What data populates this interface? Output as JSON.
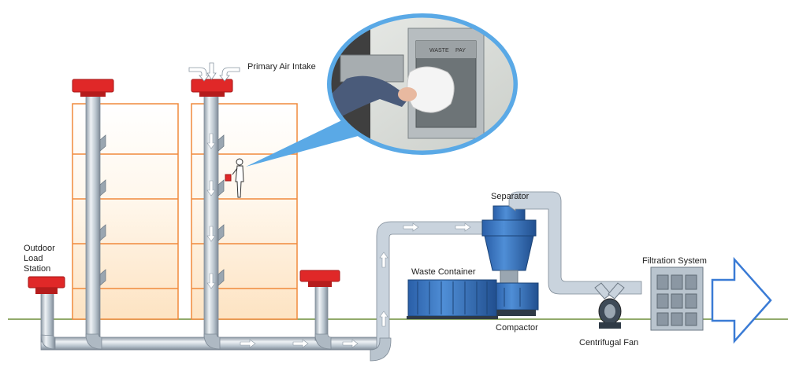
{
  "labels": {
    "primary_air_intake": "Primary Air Intake",
    "outdoor_load_station": "Outdoor\nLoad\nStation",
    "separator": "Separator",
    "waste_container": "Waste Container",
    "compactor": "Compactor",
    "centrifugal_fan": "Centrifugal Fan",
    "filtration_system": "Filtration System"
  },
  "inlet_sign": {
    "left": "WASTE",
    "right": "PAY"
  },
  "colors": {
    "building_frame": "#f08a3c",
    "pipe": "#c9d3dd",
    "pipe_edge": "#8a97a3",
    "cap_red": "#e02828",
    "equipment_blue": "#2f6fc0",
    "callout_ring": "#5aa9e6",
    "outlet_arrow": "#3a7bd5",
    "ground": "#6f8f3a"
  },
  "icons": [
    "flow-arrow-icon",
    "person-icon",
    "outlet-arrow-icon"
  ]
}
